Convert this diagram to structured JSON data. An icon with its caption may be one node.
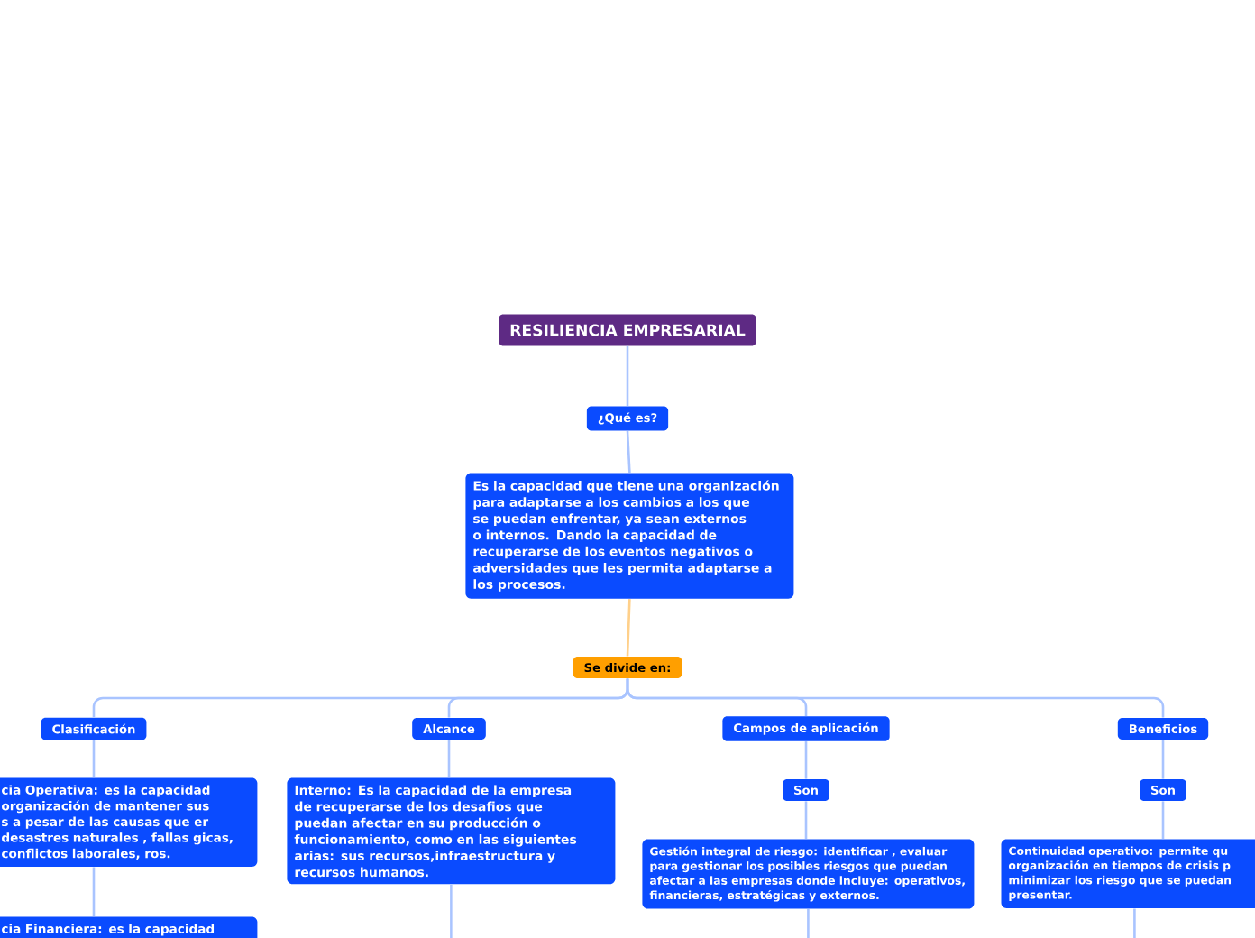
{
  "diagram": {
    "nodes": [
      {
        "text": [
          "RESILIENCIA  EMPRESARIAL"
        ]
      },
      {
        "text": [
          "¿Qué es?"
        ]
      },
      {
        "text": [
          "Es la capacidad que tiene una organización para adaptarse a los cambios a los que se puedan enfrentar, ya sean externos o internos. Dando la capacidad de recuperarse de los eventos negativos o adversidades que les permita adaptarse a los procesos."
        ]
      },
      {
        "text": [
          "Se divide en:"
        ]
      },
      {
        "text": [
          "Clasificación"
        ]
      },
      {
        "text": [
          "Alcance"
        ]
      },
      {
        "text": [
          "Campos de aplicación"
        ]
      },
      {
        "text": [
          "Beneficios"
        ]
      },
      {
        "text": [
          "cia Operativa: es la capacidad organización de mantener sus s a pesar de las causas que er desastres naturales , fallas gicas, conflictos laborales, ros."
        ]
      },
      {
        "text": [
          "cia Financiera: es la capacidad"
        ]
      },
      {
        "text": [
          "Interno: Es la capacidad de la empresa de recuperarse de los desafios que puedan afectar en su producción o funcionamiento, como en las siguientes arias: sus recursos,infraestructura y recursos humanos."
        ]
      },
      {
        "text": [
          "Son"
        ]
      },
      {
        "text": [
          "Gestión integral de riesgo: identificar , evaluar para gestionar los posibles riesgos que puedan afectar a las empresas donde incluye: operativos, financieras, estratégicas y externos."
        ]
      },
      {
        "text": [
          "Son"
        ]
      },
      {
        "text": [
          "Continuidad operativo:  permite qu organización en tiempos de crisis p minimizar los riesgo que se puedan presentar."
        ]
      }
    ],
    "edges": [
      {
        "from": 0,
        "to": 1,
        "arrow": "none"
      },
      {
        "from": 1,
        "to": 2,
        "arrow": "none"
      },
      {
        "from": 2,
        "to": 3,
        "arrow": "none",
        "color": "#ffd08a"
      },
      {
        "from": 3,
        "to": 4,
        "arrow": "none"
      },
      {
        "from": 3,
        "to": 5,
        "arrow": "none"
      },
      {
        "from": 3,
        "to": 6,
        "arrow": "none"
      },
      {
        "from": 3,
        "to": 7,
        "arrow": "none"
      },
      {
        "from": 4,
        "to": 8,
        "arrow": "none"
      },
      {
        "from": 8,
        "to": 9,
        "arrow": "none"
      },
      {
        "from": 5,
        "to": 10,
        "arrow": "none"
      },
      {
        "from": 10,
        "to": null,
        "arrow": "none"
      },
      {
        "from": 6,
        "to": 11,
        "arrow": "none"
      },
      {
        "from": 11,
        "to": 12,
        "arrow": "none"
      },
      {
        "from": 12,
        "to": null,
        "arrow": "none"
      },
      {
        "from": 7,
        "to": 13,
        "arrow": "none"
      },
      {
        "from": 13,
        "to": 14,
        "arrow": "none"
      },
      {
        "from": 14,
        "to": null,
        "arrow": "none"
      }
    ]
  }
}
